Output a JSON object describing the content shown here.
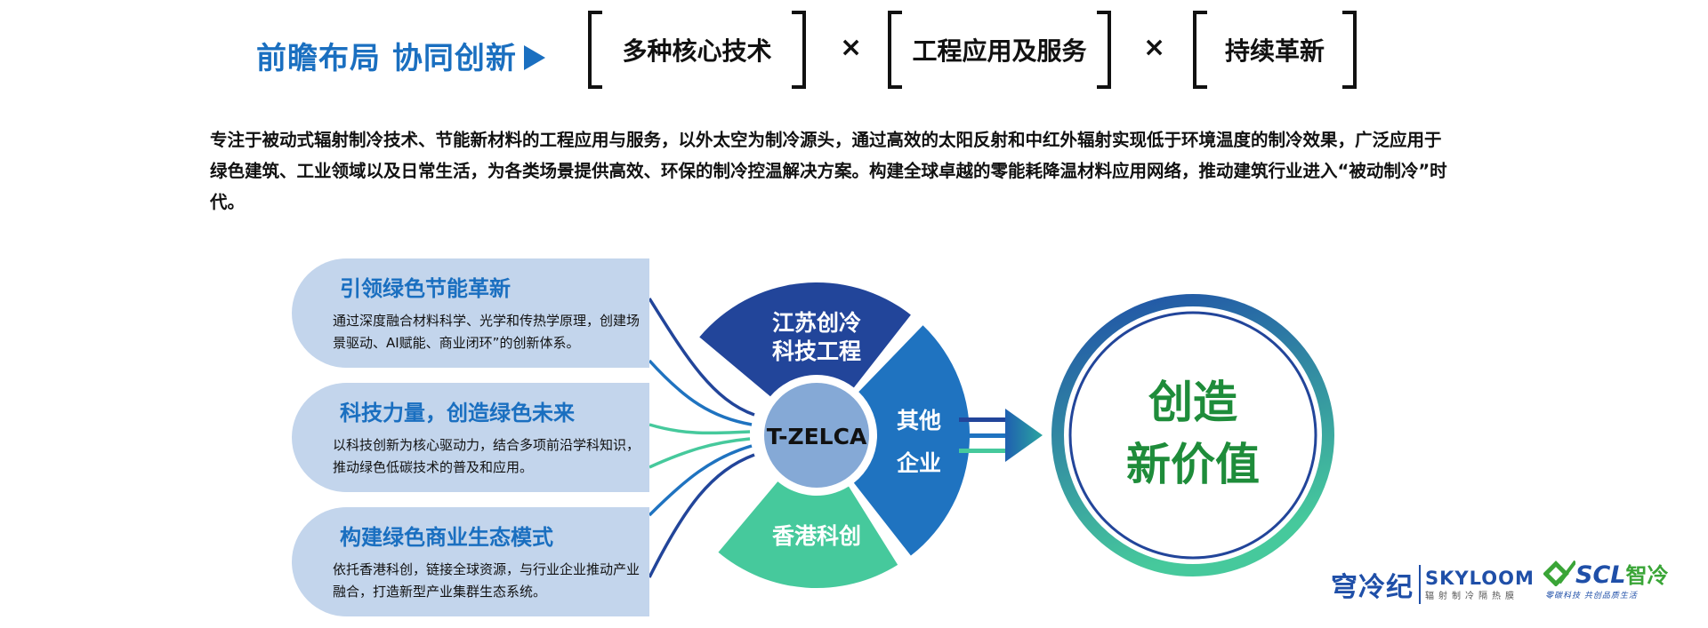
{
  "header": {
    "slogan": "前瞻布局 协同创新",
    "pillars": [
      "多种核心技术",
      "工程应用及服务",
      "持续革新"
    ],
    "separator": "×"
  },
  "intro": "专注于被动式辐射制冷技术、节能新材料的工程应用与服务，以外太空为制冷源头，通过高效的太阳反射和中红外辐射实现低于环境温度的制冷效果，广泛应用于绿色建筑、工业领域以及日常生活，为各类场景提供高效、环保的制冷控温解决方案。构建全球卓越的零能耗降温材料应用网络，推动建筑行业进入“被动制冷”时代。",
  "cards": [
    {
      "title": "引领绿色节能革新",
      "desc": "通过深度融合材料科学、光学和传热学原理，创建场景驱动、AI赋能、商业闭环”的创新体系。"
    },
    {
      "title": "科技力量，创造绿色未来",
      "desc": "以科技创新为核心驱动力，结合多项前沿学科知识，推动绿色低碳技术的普及和应用。"
    },
    {
      "title": "构建绿色商业生态模式",
      "desc": "依托香港科创，链接全球资源，与行业企业推动产业融合，打造新型产业集群生态系统。"
    }
  ],
  "hub": {
    "center": "T-ZELCA",
    "top_line1": "江苏创冷",
    "top_line2": "科技工程",
    "right_line1": "其他",
    "right_line2": "企业",
    "bottom": "香港科创"
  },
  "result": {
    "line1": "创造",
    "line2": "新价值"
  },
  "logos": {
    "skyloom_cn": "穹冷纪",
    "skyloom_en": "SKYLOOM",
    "skyloom_sub": "辐射制冷隔热膜",
    "scl_en": "SCL",
    "scl_cn": "智冷",
    "scl_sub": "零碳科技 共创品质生活"
  },
  "colors": {
    "accent": "#1a6fc0",
    "dark_blue": "#22459a",
    "mid_blue": "#1f73c0",
    "green": "#46c99c",
    "result_green": "#1e8c3a",
    "card_bg": "#c3d5ec"
  }
}
